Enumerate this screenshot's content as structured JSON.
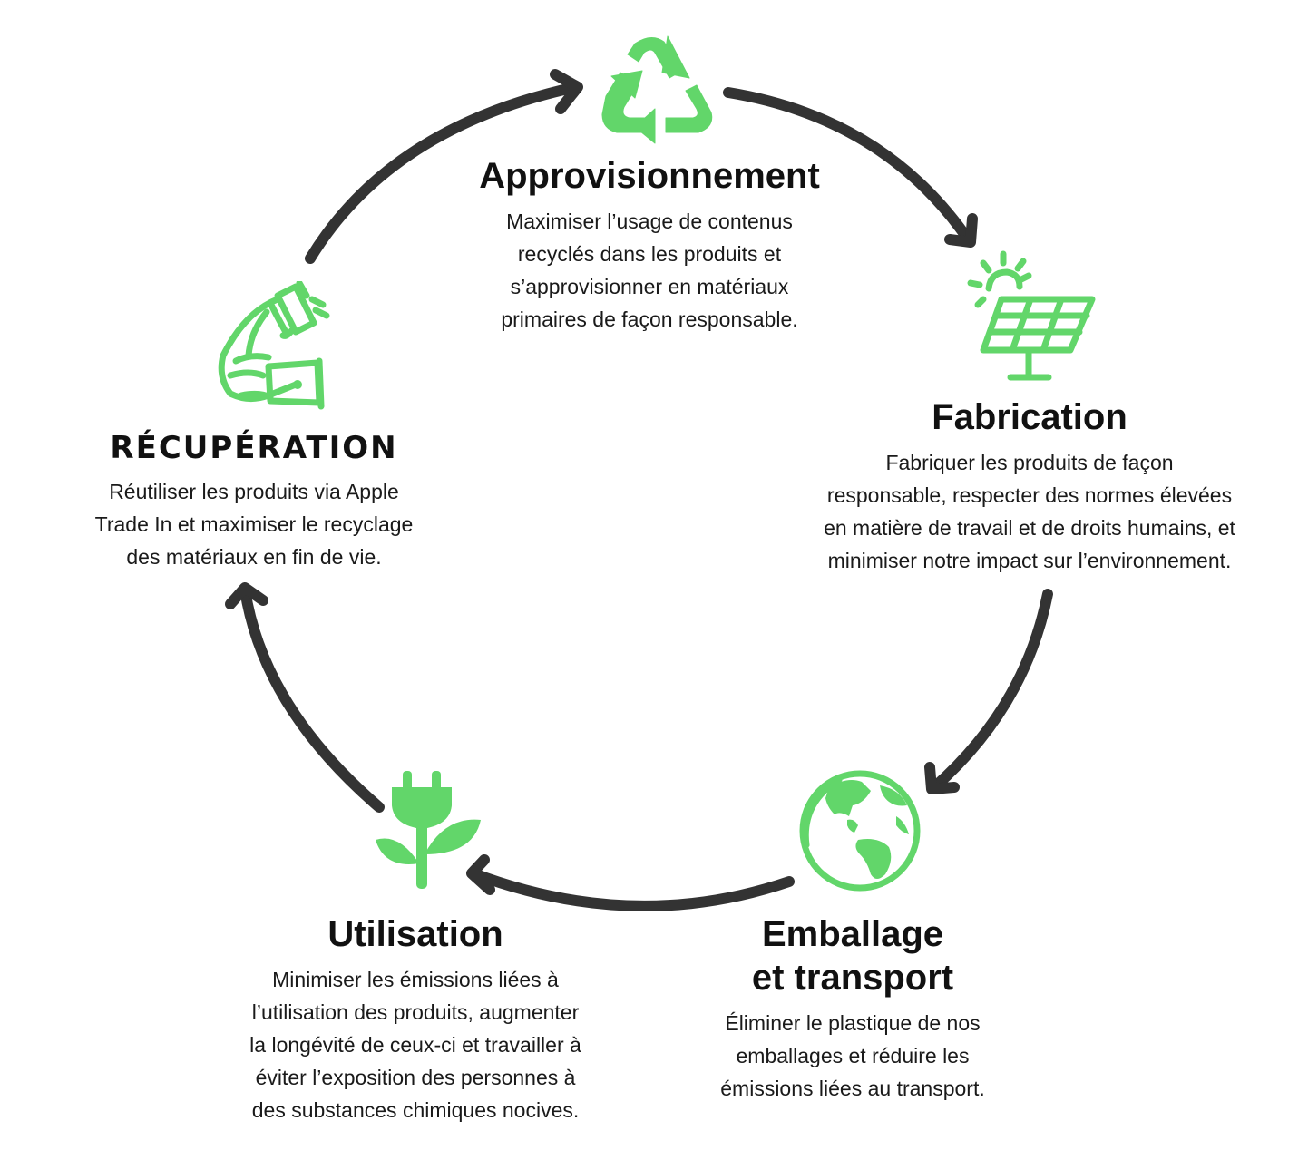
{
  "colors": {
    "accent": "#62d66a",
    "arrow": "#333333",
    "text": "#111111"
  },
  "stages": {
    "sourcing": {
      "icon": "recycle-icon",
      "title": "Approvisionnement",
      "lines": [
        "Maximiser l’usage de contenus",
        "recyclés dans les produits et",
        "s’approvisionner en matériaux",
        "primaires de façon responsable."
      ]
    },
    "manufacturing": {
      "icon": "solar-panel-icon",
      "title": "Fabrication",
      "lines": [
        "Fabriquer les produits de façon",
        "responsable, respecter des normes élevées",
        "en matière de travail et de droits humains, et",
        "minimiser notre impact sur l’environnement."
      ]
    },
    "packaging": {
      "icon": "globe-icon",
      "title_lines": [
        "Emballage",
        "et transport"
      ],
      "lines": [
        "Éliminer le plastique de nos",
        "emballages et réduire les",
        "émissions liées au transport."
      ]
    },
    "usage": {
      "icon": "plug-plant-icon",
      "title": "Utilisation",
      "lines": [
        "Minimiser les émissions liées à",
        "l’utilisation des produits, augmenter",
        "la longévité de ceux-ci et travailler à",
        "éviter l’exposition des personnes à",
        "des substances chimiques nocives."
      ]
    },
    "recovery": {
      "icon": "hand-plug-icon",
      "title": "RÉCUPÉRATION",
      "lines": [
        "Réutiliser les produits via Apple",
        "Trade In et maximiser le recyclage",
        "des matériaux en fin de vie."
      ]
    }
  }
}
